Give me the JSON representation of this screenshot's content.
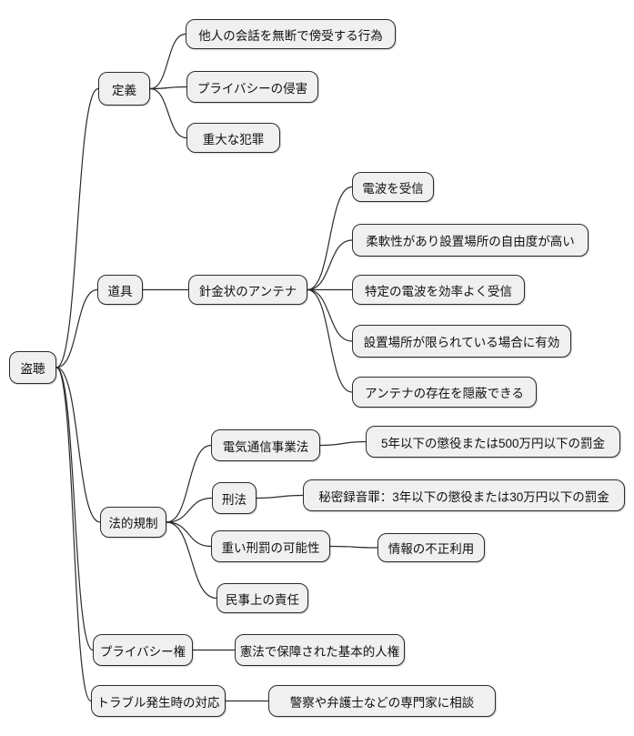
{
  "style": {
    "node_fill": "#f0f0f0",
    "node_border": "#2b2b2b",
    "edge_color": "#2b2b2b",
    "text_color": "#111111",
    "background": "#ffffff"
  },
  "mindmap": {
    "label": "盗聴",
    "children": [
      {
        "label": "定義",
        "children": [
          {
            "label": "他人の会話を無断で傍受する行為"
          },
          {
            "label": "プライバシーの侵害"
          },
          {
            "label": "重大な犯罪"
          }
        ]
      },
      {
        "label": "道具",
        "children": [
          {
            "label": "針金状のアンテナ",
            "children": [
              {
                "label": "電波を受信"
              },
              {
                "label": "柔軟性があり設置場所の自由度が高い"
              },
              {
                "label": "特定の電波を効率よく受信"
              },
              {
                "label": "設置場所が限られている場合に有効"
              },
              {
                "label": "アンテナの存在を隠蔽できる"
              }
            ]
          }
        ]
      },
      {
        "label": "法的規制",
        "children": [
          {
            "label": "電気通信事業法",
            "children": [
              {
                "label": "5年以下の懲役または500万円以下の罰金"
              }
            ]
          },
          {
            "label": "刑法",
            "children": [
              {
                "label": "秘密録音罪：3年以下の懲役または30万円以下の罰金"
              }
            ]
          },
          {
            "label": "重い刑罰の可能性",
            "children": [
              {
                "label": "情報の不正利用"
              }
            ]
          },
          {
            "label": "民事上の責任"
          }
        ]
      },
      {
        "label": "プライバシー権",
        "children": [
          {
            "label": "憲法で保障された基本的人権"
          }
        ]
      },
      {
        "label": "トラブル発生時の対応",
        "children": [
          {
            "label": "警察や弁護士などの専門家に相談"
          }
        ]
      }
    ]
  }
}
